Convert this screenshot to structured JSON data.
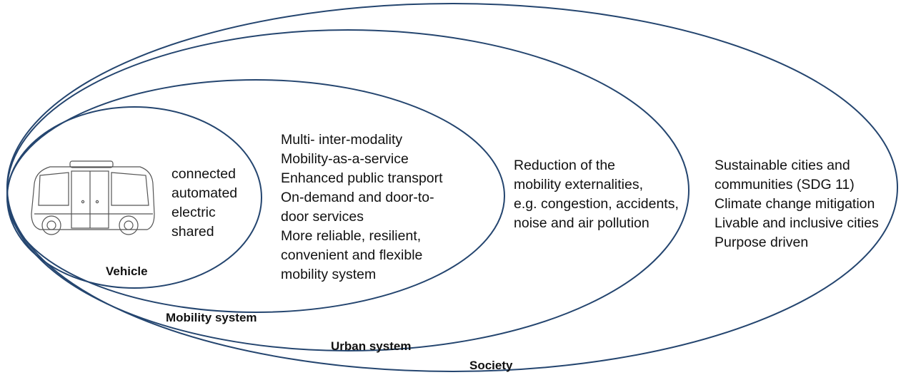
{
  "layers": {
    "vehicle": {
      "label": "Vehicle",
      "lines": [
        "connected",
        "automated",
        "electric",
        "shared"
      ]
    },
    "mobility_system": {
      "label": "Mobility system",
      "lines": [
        "Multi- inter-modality",
        "Mobility-as-a-service",
        "Enhanced public transport",
        "On-demand and  door-to-",
        "door services",
        "More reliable, resilient,",
        "convenient and flexible",
        "mobility system"
      ]
    },
    "urban_system": {
      "label": "Urban system",
      "lines": [
        "Reduction of the",
        "mobility externalities,",
        "e.g. congestion, accidents,",
        "noise and air pollution"
      ]
    },
    "society": {
      "label": "Society",
      "lines": [
        "Sustainable cities and",
        "communities (SDG 11)",
        "Climate change mitigation",
        "Livable and inclusive cities",
        "Purpose driven"
      ]
    }
  },
  "colors": {
    "ring": "#24456f",
    "text": "#111111"
  },
  "icons": {
    "vehicle": "autonomous-shuttle-icon"
  }
}
